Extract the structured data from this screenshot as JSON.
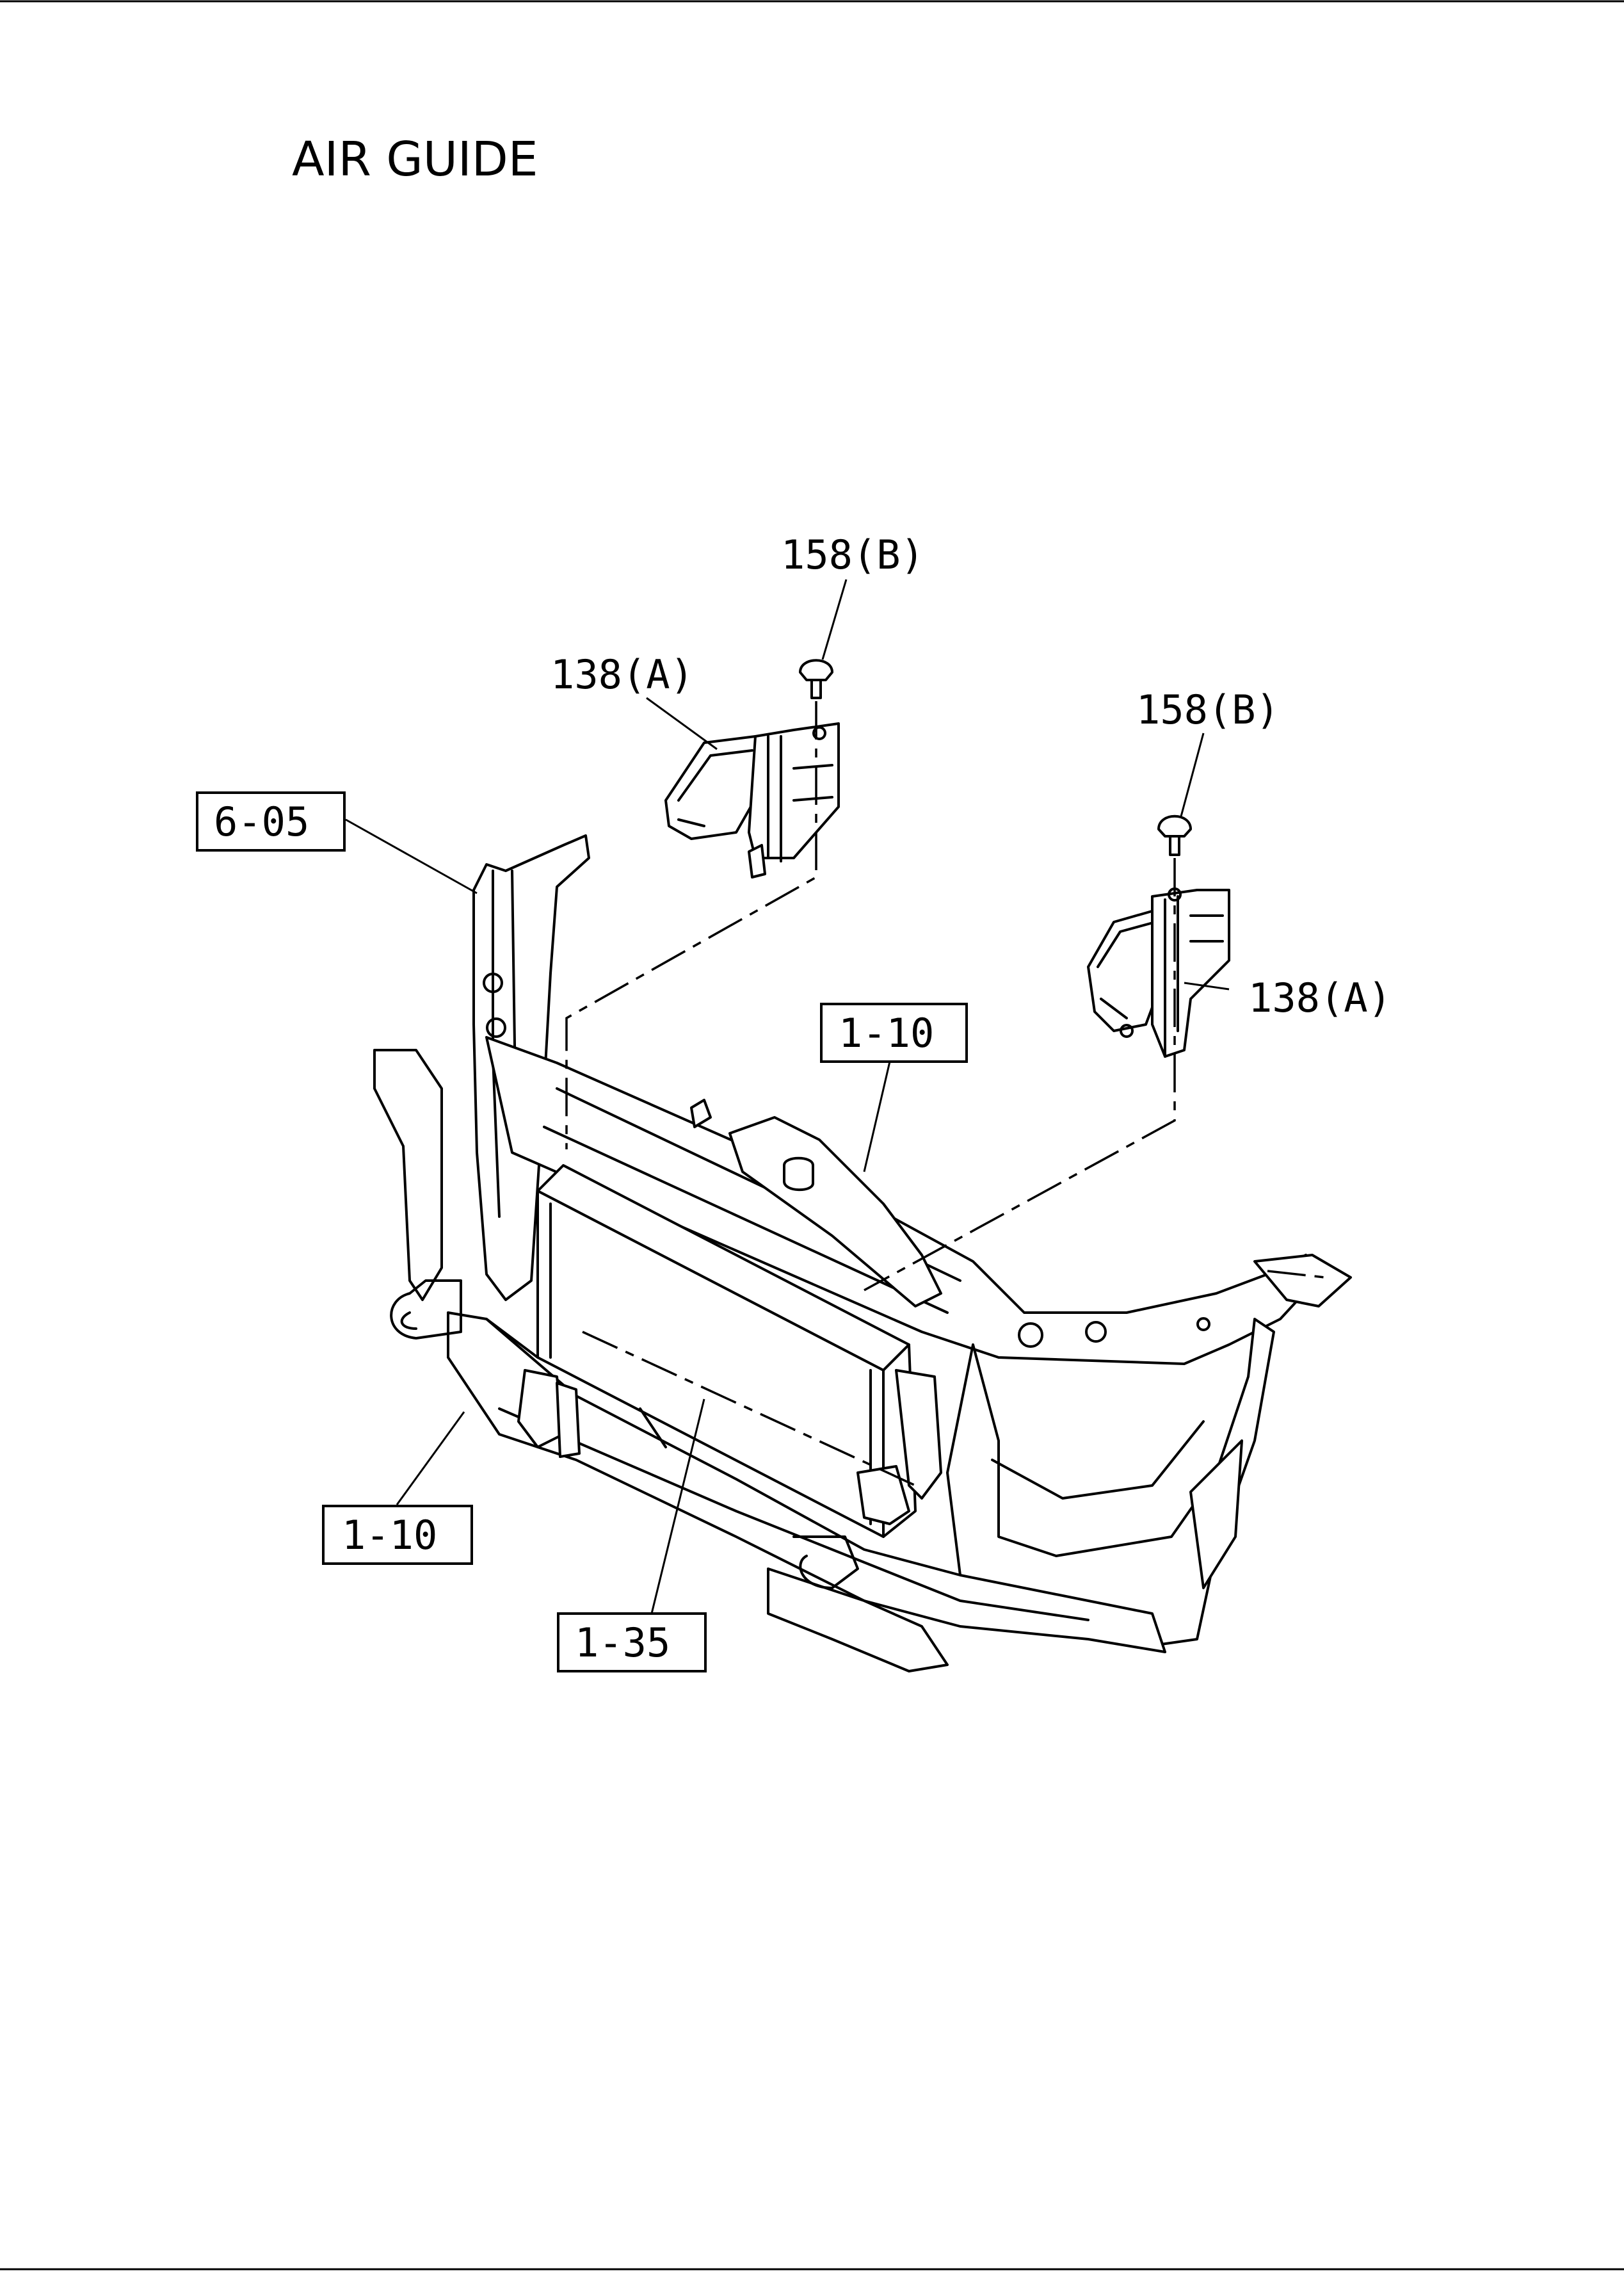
{
  "title": "AIR GUIDE",
  "callouts": [
    {
      "id": "part-158b-left",
      "text": "158(B)",
      "boxed": false
    },
    {
      "id": "part-138a-left",
      "text": "138(A)",
      "boxed": false
    },
    {
      "id": "part-158b-right",
      "text": "158(B)",
      "boxed": false
    },
    {
      "id": "part-138a-right",
      "text": "138(A)",
      "boxed": false
    },
    {
      "id": "ref-6-05",
      "text": "6-05",
      "boxed": true
    },
    {
      "id": "ref-1-10-top",
      "text": "1-10",
      "boxed": true
    },
    {
      "id": "ref-1-10-bottom",
      "text": "1-10",
      "boxed": true
    },
    {
      "id": "ref-1-35",
      "text": "1-35",
      "boxed": true
    }
  ]
}
